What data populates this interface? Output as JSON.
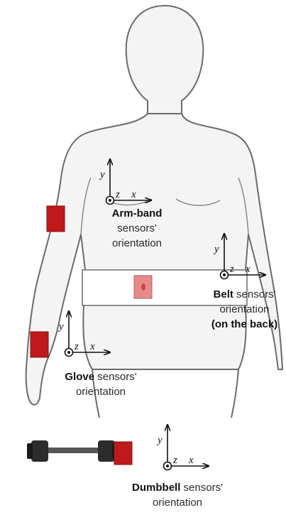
{
  "figure": {
    "axes": {
      "x": "x",
      "y": "y",
      "z": "z"
    },
    "colors": {
      "sensor": "#c0191b",
      "belt_sensor": "#e88a8a",
      "outline": "#6b6b6b",
      "body_fill": "#f4f4f4",
      "axis": "#111111"
    },
    "labels": {
      "armband": {
        "bold": "Arm-band",
        "rest1": "sensors'",
        "rest2": "orientation"
      },
      "belt": {
        "bold": "Belt",
        "rest1": " sensors'",
        "rest2": "orientation",
        "rest3": "(on the back)"
      },
      "glove": {
        "bold": "Glove",
        "rest1": " sensors'",
        "rest2": "orientation"
      },
      "dumbbell": {
        "bold": "Dumbbell",
        "rest1": " sensors'",
        "rest2": "orientation"
      }
    }
  }
}
